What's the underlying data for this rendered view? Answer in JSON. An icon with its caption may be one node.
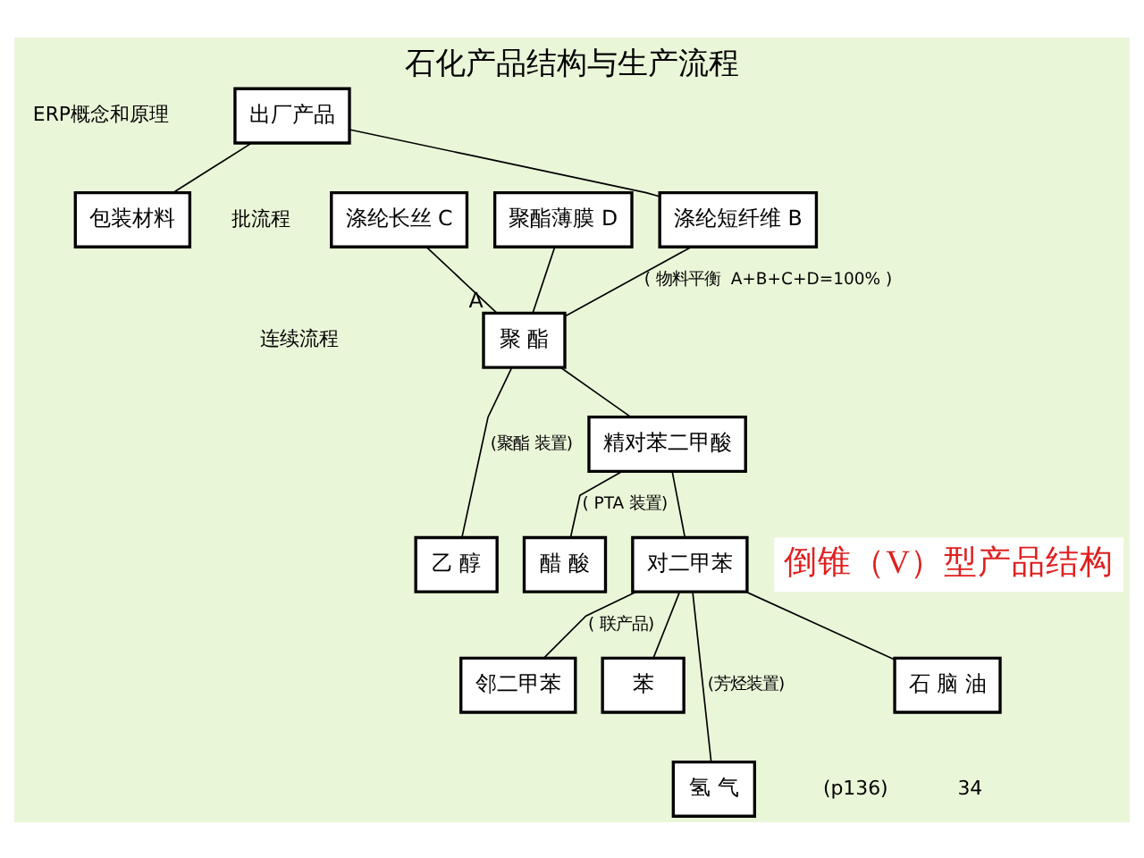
{
  "diagram": {
    "title": "石化产品结构与生产流程",
    "nodes": [
      {
        "text": [
          "出厂产品"
        ]
      },
      {
        "text": [
          "包装材料"
        ]
      },
      {
        "text": [
          "涤纶短纤维 B"
        ]
      },
      {
        "text": [
          "涤纶长丝 C"
        ]
      },
      {
        "text": [
          "聚酯薄膜 D"
        ]
      },
      {
        "text": [
          "聚 酯"
        ],
        "beside": [
          "A"
        ]
      },
      {
        "text": [
          "乙 醇"
        ]
      },
      {
        "text": [
          "精对苯二甲酸"
        ]
      },
      {
        "text": [
          "醋 酸"
        ]
      },
      {
        "text": [
          "对二甲苯"
        ]
      },
      {
        "text": [
          "邻二甲苯"
        ]
      },
      {
        "text": [
          "苯"
        ]
      },
      {
        "text": [
          "氢 气"
        ]
      },
      {
        "text": [
          "石 脑 油"
        ]
      },
      {
        "text": [
          "倒锥（V）型产品结构"
        ]
      }
    ],
    "edges": [
      {
        "from": 0,
        "to": 1,
        "arrow": "none"
      },
      {
        "from": 0,
        "to": 2,
        "arrow": "none"
      },
      {
        "from": 2,
        "to": 5,
        "arrow": "none",
        "label": "( 物料平衡  A+B+C+D=100% )"
      },
      {
        "from": 3,
        "to": 5,
        "arrow": "none"
      },
      {
        "from": 4,
        "to": 5,
        "arrow": "none"
      },
      {
        "from": 5,
        "to": 6,
        "arrow": "none",
        "label": "(聚酯 装置)"
      },
      {
        "from": 5,
        "to": 7,
        "arrow": "none"
      },
      {
        "from": 7,
        "to": 8,
        "arrow": "none",
        "label": "( PTA 装置)"
      },
      {
        "from": 7,
        "to": 9,
        "arrow": "none"
      },
      {
        "from": 9,
        "to": 10,
        "arrow": "none",
        "label": "( 联产品)"
      },
      {
        "from": 9,
        "to": 11,
        "arrow": "none"
      },
      {
        "from": 9,
        "to": 12,
        "arrow": "none",
        "label": "(芳烃装置)"
      },
      {
        "from": 9,
        "to": 13,
        "arrow": "none"
      }
    ],
    "labels": [
      "ERP概念和原理",
      "批流程",
      "连续流程",
      "(p136)",
      "34"
    ]
  }
}
